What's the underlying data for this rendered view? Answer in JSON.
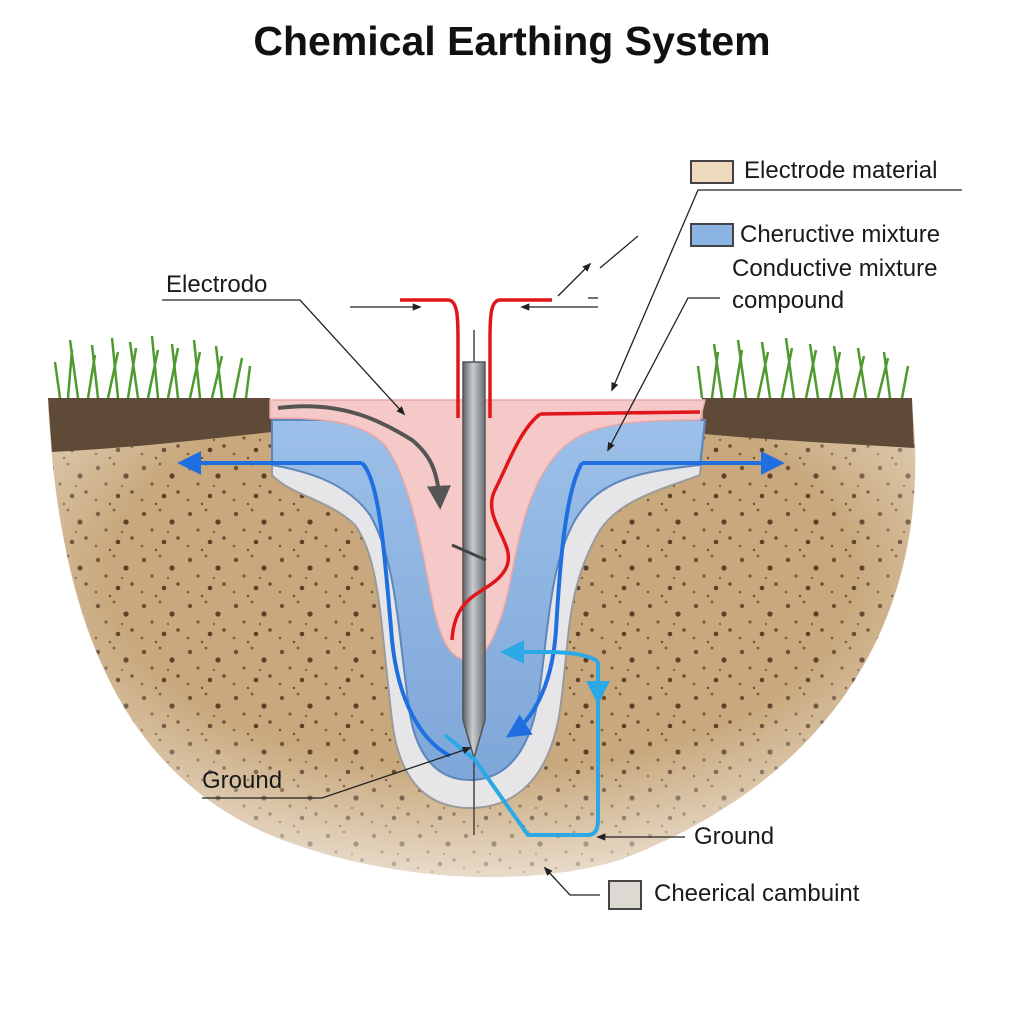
{
  "title": "Chemical Earthing System",
  "legend": [
    {
      "label": "Electrode material",
      "color": "#ecd9be"
    },
    {
      "label": "Cheructive mixture",
      "color": "#8cb4e2"
    },
    {
      "label": "Cheerical cambuint",
      "color": "#dcd8d2"
    }
  ],
  "labels": {
    "conductive_line1": "Conductive mixture",
    "conductive_line2": "compound",
    "electrode": "Electrodo",
    "ground_left": "Ground",
    "ground_right": "Ground"
  },
  "colors": {
    "soil": "#c8a87c",
    "topsoil": "#5e4a36",
    "grass": "#4f9a2f",
    "conductive_compound": "#8cb4e2",
    "chemical_layer": "#e6e6e8",
    "electrode": "#8a8d91",
    "current_flow": "#1f6fe0",
    "ground_path": "#2aa9e6",
    "wire": "#e0161a",
    "pink_zone": "#f6c9c9"
  }
}
